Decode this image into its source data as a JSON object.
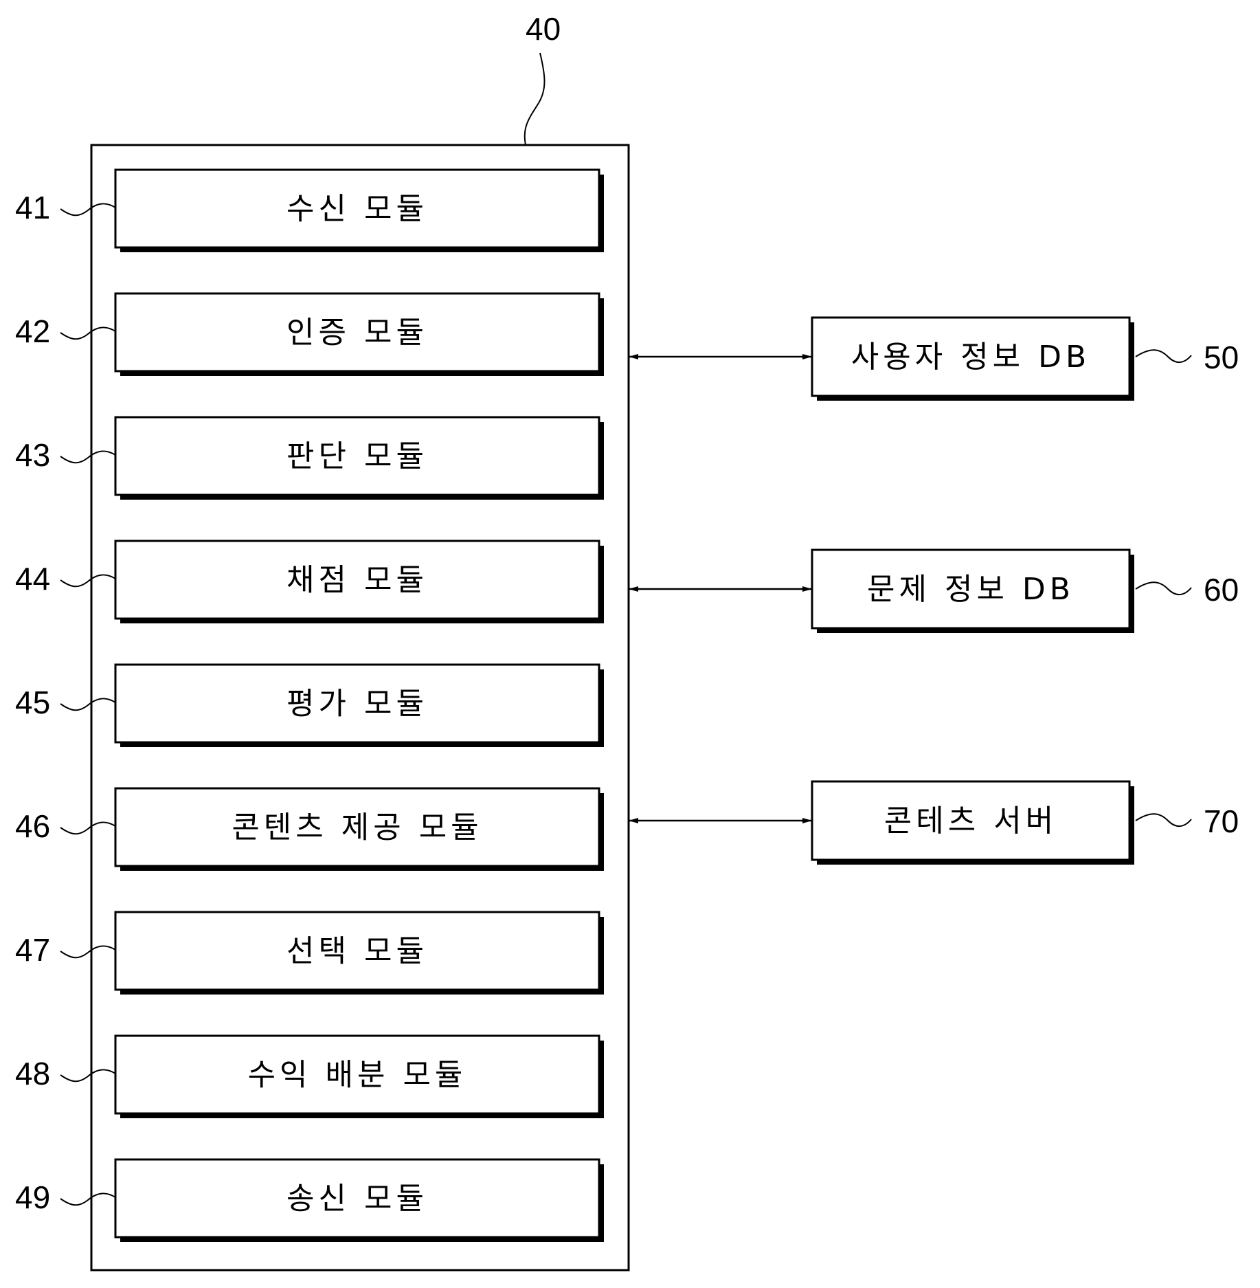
{
  "system": {
    "ref": "40"
  },
  "modules": [
    {
      "ref": "41",
      "label": "수신 모듈"
    },
    {
      "ref": "42",
      "label": "인증 모듈"
    },
    {
      "ref": "43",
      "label": "판단 모듈"
    },
    {
      "ref": "44",
      "label": "채점 모듈"
    },
    {
      "ref": "45",
      "label": "평가 모듈"
    },
    {
      "ref": "46",
      "label": "콘텐츠 제공 모듈"
    },
    {
      "ref": "47",
      "label": "선택 모듈"
    },
    {
      "ref": "48",
      "label": "수익 배분 모듈"
    },
    {
      "ref": "49",
      "label": "송신 모듈"
    }
  ],
  "externals": [
    {
      "ref": "50",
      "label": "사용자 정보 DB",
      "connection": "bidirectional"
    },
    {
      "ref": "60",
      "label": "문제 정보 DB",
      "connection": "bidirectional"
    },
    {
      "ref": "70",
      "label": "콘테츠 서버",
      "connection": "bidirectional"
    }
  ]
}
